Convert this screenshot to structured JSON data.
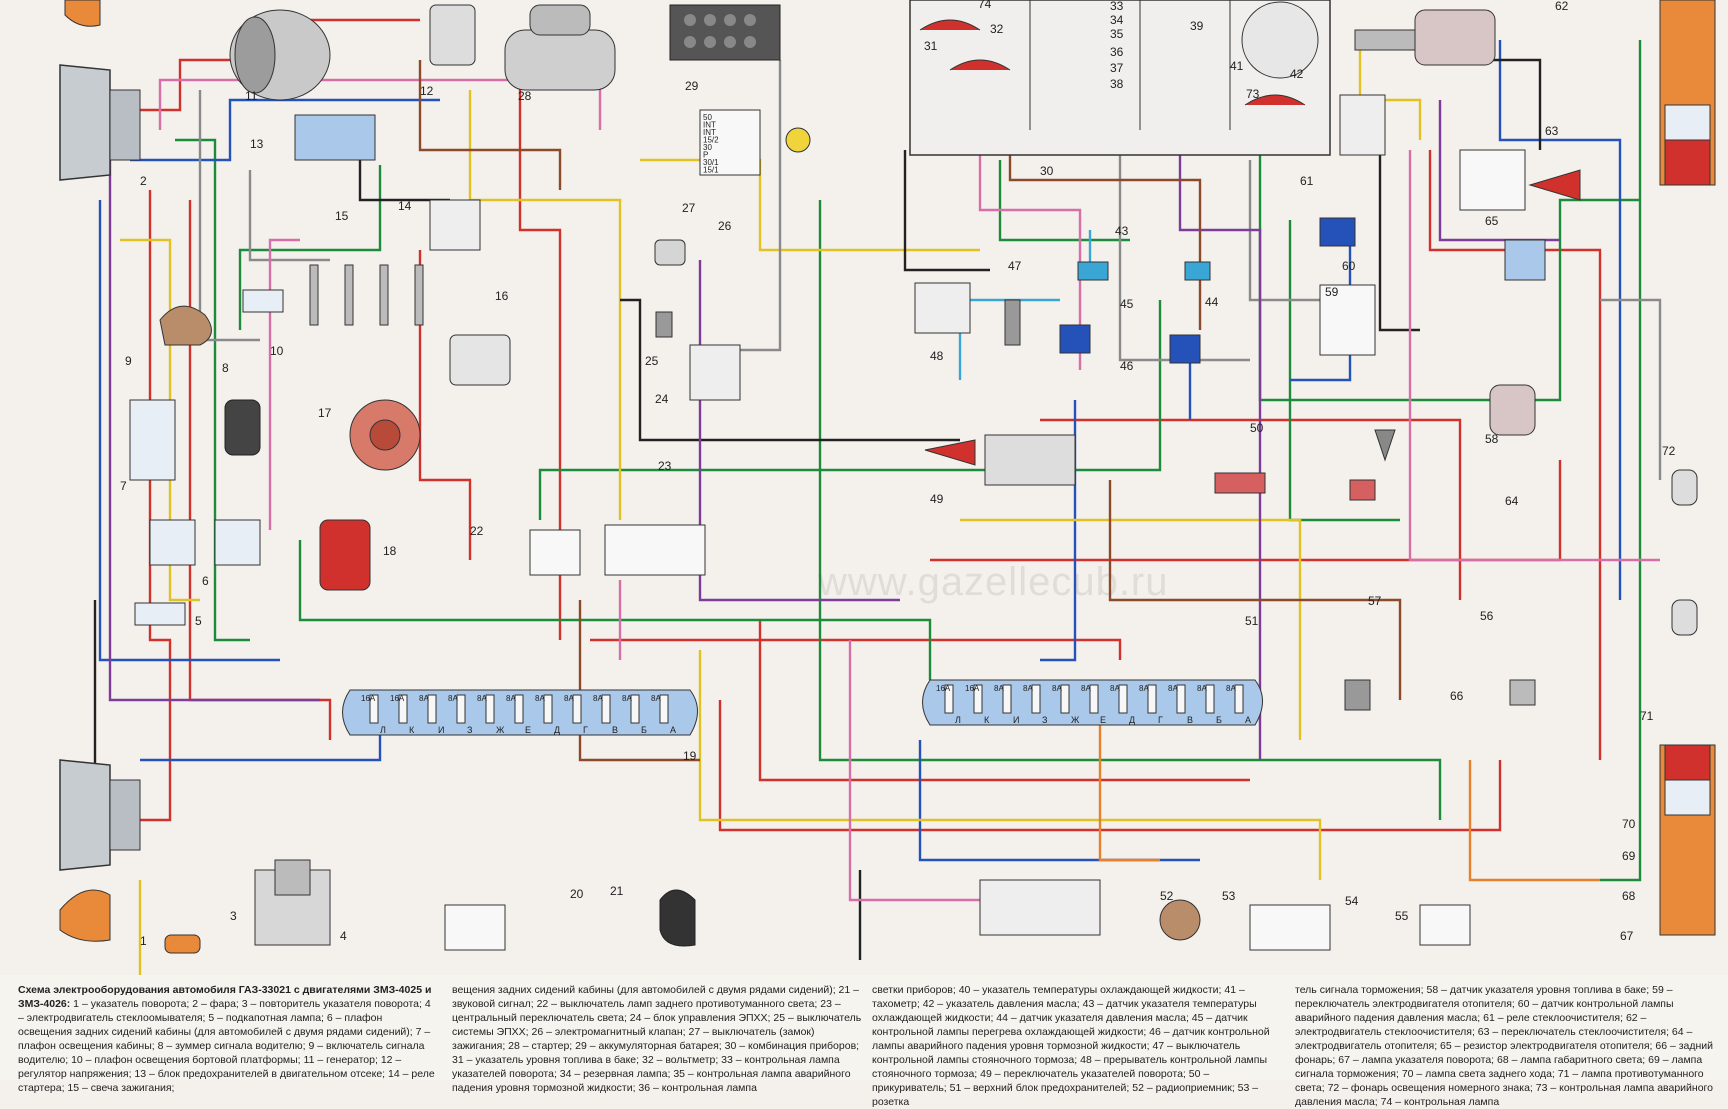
{
  "watermark": "www.gazellecub.ru",
  "component_numbers": [
    "1",
    "2",
    "3",
    "4",
    "5",
    "6",
    "7",
    "8",
    "9",
    "10",
    "11",
    "12",
    "13",
    "14",
    "15",
    "16",
    "17",
    "18",
    "19",
    "20",
    "21",
    "22",
    "23",
    "24",
    "25",
    "26",
    "27",
    "28",
    "29",
    "30",
    "31",
    "32",
    "33",
    "34",
    "35",
    "36",
    "37",
    "38",
    "39",
    "41",
    "42",
    "43",
    "44",
    "45",
    "46",
    "47",
    "48",
    "49",
    "50",
    "51",
    "52",
    "53",
    "54",
    "55",
    "56",
    "57",
    "58",
    "59",
    "60",
    "61",
    "62",
    "63",
    "64",
    "65",
    "66",
    "67",
    "68",
    "69",
    "70",
    "71",
    "72",
    "73",
    "74"
  ],
  "ignition_pins": [
    "50",
    "INT",
    "INT",
    "15/2",
    "30",
    "P",
    "30/1",
    "15/1"
  ],
  "fuse_letters": [
    "Л",
    "К",
    "И",
    "З",
    "Ж",
    "Е",
    "Д",
    "Г",
    "В",
    "Б",
    "А"
  ],
  "fuse_ratings": [
    "16А",
    "16А",
    "8А",
    "8А",
    "8А",
    "8А",
    "8А",
    "8А",
    "8А",
    "8А",
    "8А"
  ],
  "caption": {
    "col1": "Схема электрооборудования автомобиля ГАЗ-33021 с двигателями ЗМЗ-4025 и ЗМЗ-4026: 1 – указатель поворота; 2 – фара; 3 – повторитель указателя поворота; 4 – электродвигатель стеклоомывателя; 5 – подкапотная лампа; 6 – плафон освещения задних сидений кабины (для автомобилей с двумя рядами сидений); 7 – плафон освещения кабины; 8 – зуммер сигнала водителю; 9 – включатель сигнала водителю; 10 – плафон освещения бортовой платформы; 11 – генератор; 12 – регулятор напряжения; 13 – блок предохранителей в двигательном отсеке; 14 – реле стартера; 15 – свеча зажигания;",
    "col1_title": "Схема электрооборудования автомобиля ГАЗ-33021 с двигателями ЗМЗ-4025 и ЗМЗ-4026:",
    "col2": "вещения задних сидений кабины (для автомобилей с двумя рядами сидений); 21 – звуковой сигнал; 22 – выключатель ламп заднего противотуманного света; 23 – центральный переключатель света; 24 – блок управления ЭПХХ; 25 – выключатель системы ЭПХХ; 26 – электромагнитный клапан; 27 – выключатель (замок) зажигания; 28 – стартер; 29 – аккумуляторная батарея; 30 – комбинация приборов; 31 – указатель уровня топлива в баке; 32 – вольтметр; 33 – контрольная лампа указателей поворота; 34 – резервная лампа; 35 – контрольная лампа аварийного падения уровня тормозной жидкости; 36 – контрольная лампа",
    "col3": "светки приборов; 40 – указатель температуры охлаждающей жидкости; 41 – тахометр; 42 – указатель давления масла; 43 – датчик указателя температуры охлаждающей жидкости; 44 – датчик указателя давления масла; 45 – датчик контрольной лампы перегрева охлаждающей жидкости; 46 – датчик контрольной лампы аварийного падения уровня тормозной жидкости; 47 – выключатель контрольной лампы стояночного тормоза; 48 – прерыватель контрольной лампы стояночного тормоза; 49 – переключатель указателей поворота; 50 – прикуриватель; 51 – верхний блок предохранителей; 52 – радиоприемник; 53 – розетка",
    "col4": "тель сигнала торможения; 58 – датчик указателя уровня топлива в баке; 59 – переключатель электродвигателя отопителя; 60 – датчик контрольной лампы аварийного падения давления масла; 61 – реле стеклоочистителя; 62 – электродвигатель стеклоочистителя; 63 – переключатель стеклоочистителя; 64 – электродвигатель отопителя; 65 – резистор электродвигателя отопителя; 66 – задний фонарь; 67 – лампа указателя поворота; 68 – лампа габаритного света; 69 – лампа сигнала торможения; 70 – лампа света заднего хода; 71 – лампа противотуманного света; 72 – фонарь освещения номерного знака; 73 – контрольная лампа аварийного давления масла; 74 – контрольная лампа"
  },
  "colors": {
    "red": "#d0312d",
    "green": "#1e8a3c",
    "blue": "#2452b8",
    "yellow": "#e0c224",
    "black": "#222222",
    "grey": "#8a8a8a",
    "brown": "#8b4a2b",
    "pink": "#d66fa8",
    "purple": "#7d3c98",
    "orange": "#e5802d",
    "cyan": "#3aa6d6",
    "fuse_block": "#a9c8ea",
    "orange_lamp": "#e88a3a"
  }
}
